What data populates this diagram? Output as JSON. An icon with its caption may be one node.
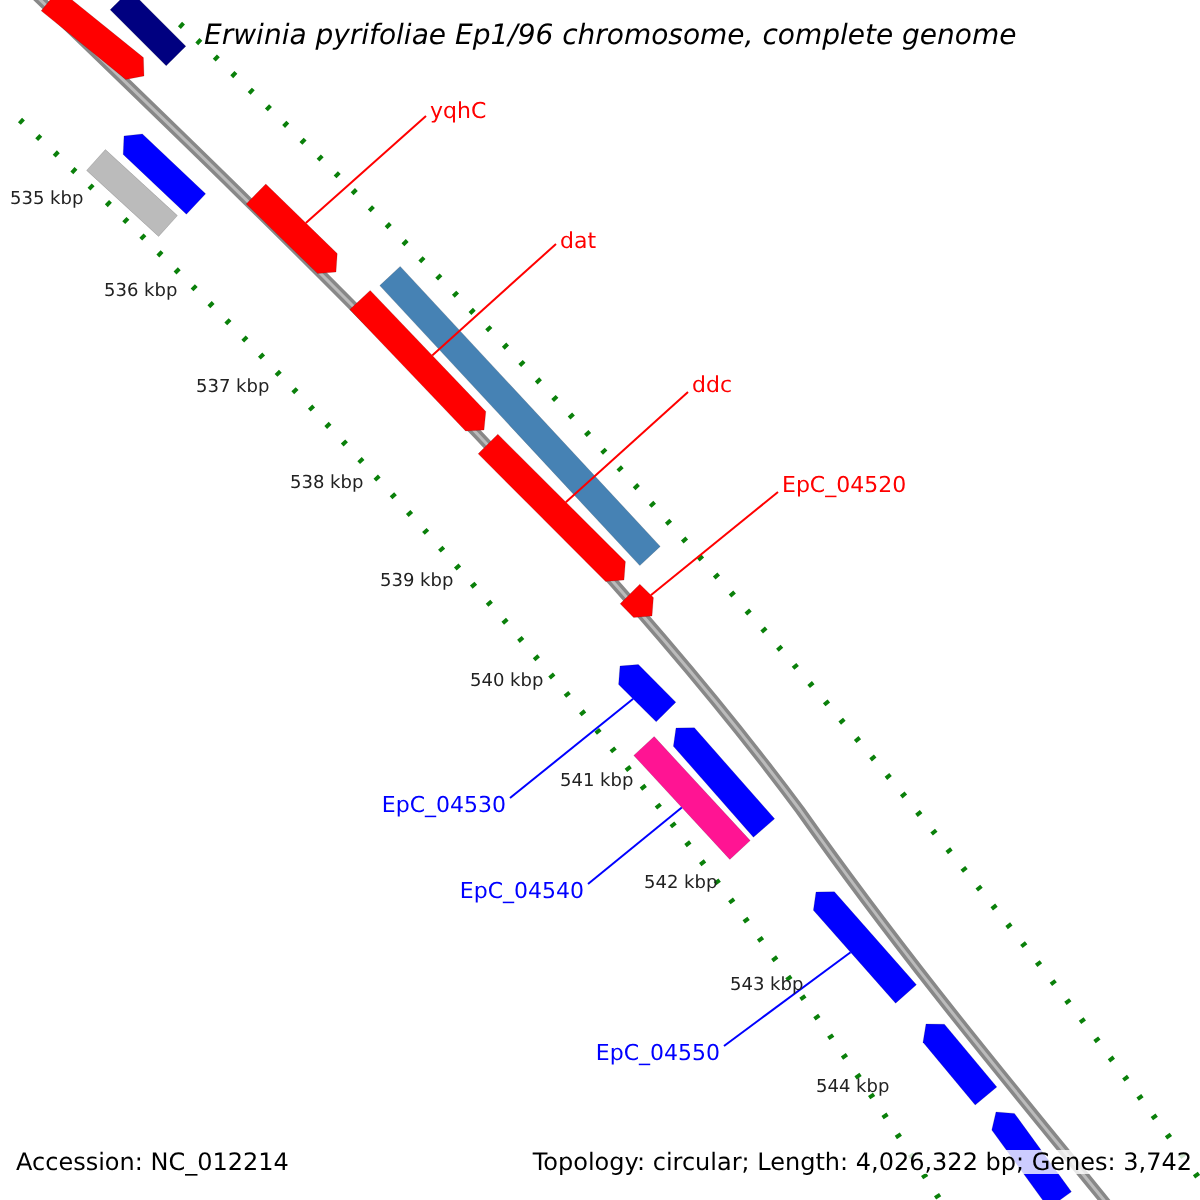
{
  "diagram": {
    "title": "Erwinia pyrifoliae Ep1/96 chromosome, complete genome",
    "nodes": [
      {
        "text": [
          "yqhC"
        ]
      },
      {
        "text": [
          "dat"
        ]
      },
      {
        "text": [
          "ddc"
        ]
      },
      {
        "text": [
          "EpC_04520"
        ]
      },
      {
        "text": [
          "EpC_04530"
        ]
      },
      {
        "text": [
          "EpC_04540"
        ]
      },
      {
        "text": [
          "EpC_04550"
        ]
      },
      {
        "text": [],
        "shape": "bar"
      },
      {
        "text": [],
        "shape": "bar"
      },
      {
        "text": [],
        "shape": "bar"
      },
      {
        "text": [],
        "shape": "bar"
      },
      {
        "text": [],
        "shape": "bar"
      },
      {
        "text": [],
        "shape": "bar"
      },
      {
        "text": [],
        "shape": "bar"
      },
      {
        "text": [],
        "shape": "bar"
      },
      {
        "text": [],
        "shape": "bar"
      },
      {
        "text": [],
        "shape": "bar"
      },
      {
        "text": [],
        "shape": "bar"
      },
      {
        "text": [],
        "shape": "bar"
      },
      {
        "text": [],
        "shape": "bar"
      },
      {
        "text": [],
        "shape": "bar"
      },
      {
        "text": [],
        "shape": "bar"
      }
    ],
    "edges": [
      {
        "from": 0,
        "to": 11,
        "arrow": "none"
      },
      {
        "from": 1,
        "to": 13,
        "arrow": "none"
      },
      {
        "from": 2,
        "to": 14,
        "arrow": "none"
      },
      {
        "from": 3,
        "to": 15,
        "arrow": "none"
      },
      {
        "from": 4,
        "to": 16,
        "arrow": "none",
        "color": "#0000ff"
      },
      {
        "from": 5,
        "to": 18,
        "arrow": "none",
        "color": "#0000ff"
      },
      {
        "from": 6,
        "to": 19,
        "arrow": "none",
        "color": "#0000ff"
      }
    ],
    "labels": [
      "535 kbp",
      "536 kbp",
      "537 kbp",
      "538 kbp",
      "539 kbp",
      "540 kbp",
      "541 kbp",
      "542 kbp",
      "543 kbp",
      "544 kbp",
      "Accession: NC_012214",
      "Topology: circular; Length: 4,026,322 bp; Genes: 3,742"
    ]
  }
}
